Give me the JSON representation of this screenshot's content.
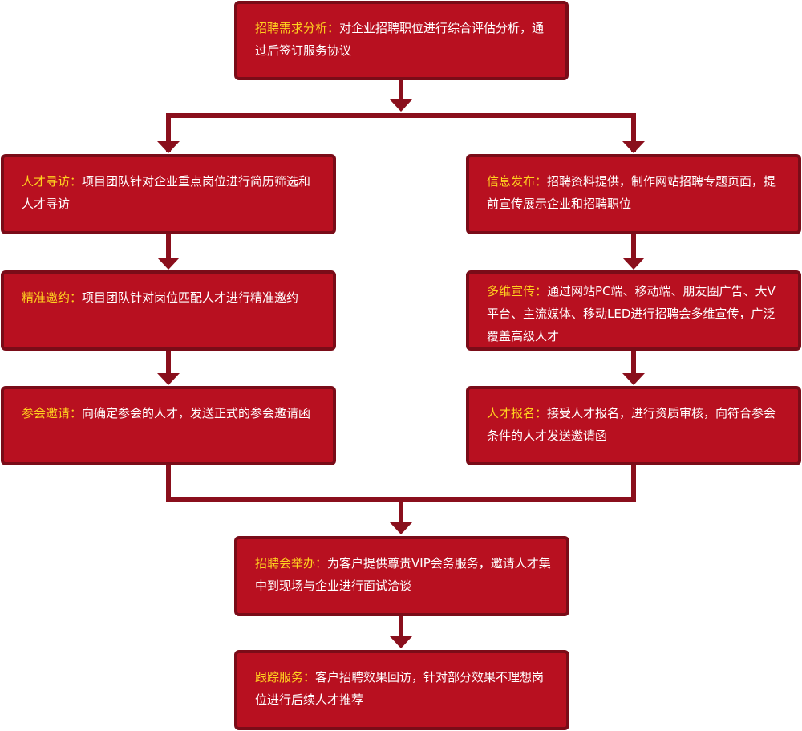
{
  "colors": {
    "box_fill": "#b81020",
    "box_border": "#7a0c18",
    "title_text": "#ffd21f",
    "body_text": "#ffffff",
    "connector": "#8a0f1c"
  },
  "steps": [
    {
      "id": "analysis",
      "title": "招聘需求分析：",
      "text": "对企业招聘职位进行综合评估分析，通过后签订服务协议"
    },
    {
      "id": "talent_search",
      "title": "人才寻访：",
      "text": "项目团队针对企业重点岗位进行简历筛选和人才寻访"
    },
    {
      "id": "precise_invite",
      "title": "精准邀约：",
      "text": "项目团队针对岗位匹配人才进行精准邀约"
    },
    {
      "id": "meeting_invite",
      "title": "参会邀请：",
      "text": "向确定参会的人才，发送正式的参会邀请函"
    },
    {
      "id": "info_release",
      "title": "信息发布：",
      "text": "招聘资料提供，制作网站招聘专题页面，提前宣传展示企业和招聘职位"
    },
    {
      "id": "multi_promo",
      "title": "多维宣传：",
      "text": "通过网站PC端、移动端、朋友圈广告、大V平台、主流媒体、移动LED进行招聘会多维宣传，广泛覆盖高级人才"
    },
    {
      "id": "signup",
      "title": "人才报名：",
      "text": "接受人才报名，进行资质审核，向符合参会条件的人才发送邀请函"
    },
    {
      "id": "job_fair",
      "title": "招聘会举办：",
      "text": "为客户提供尊贵VIP会务服务，邀请人才集中到现场与企业进行面试洽谈"
    },
    {
      "id": "follow_up",
      "title": "跟踪服务：",
      "text": "客户招聘效果回访，针对部分效果不理想岗位进行后续人才推荐"
    }
  ]
}
